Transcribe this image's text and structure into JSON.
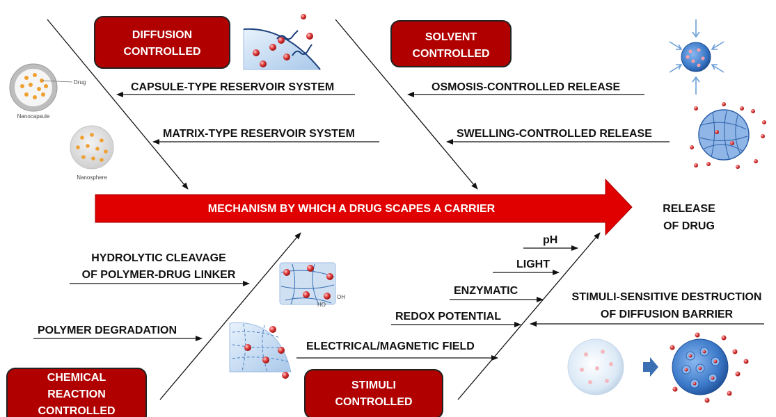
{
  "main_arrow": {
    "label": "MECHANISM BY WHICH A DRUG SCAPES A CARRIER"
  },
  "outcome": {
    "line1": "RELEASE",
    "line2": "OF DRUG"
  },
  "categories": {
    "diffusion": {
      "line1": "DIFFUSION",
      "line2": "CONTROLLED"
    },
    "solvent": {
      "line1": "SOLVENT",
      "line2": "CONTROLLED"
    },
    "chemical": {
      "line1": "CHEMICAL",
      "line2": "REACTION",
      "line3": "CONTROLLED"
    },
    "stimuli": {
      "line1": "STIMULI",
      "line2": "CONTROLLED"
    }
  },
  "branches": {
    "capsule": "CAPSULE-TYPE RESERVOIR SYSTEM",
    "matrix": "MATRIX-TYPE RESERVOIR SYSTEM",
    "osmosis": "OSMOSIS-CONTROLLED RELEASE",
    "swelling": "SWELLING-CONTROLLED RELEASE",
    "hydrolytic_line1": "HYDROLYTIC CLEAVAGE",
    "hydrolytic_line2": "OF POLYMER-DRUG LINKER",
    "polymer_degradation": "POLYMER DEGRADATION",
    "ph": "pH",
    "light": "LIGHT",
    "enzymatic": "ENZYMATIC",
    "redox": "REDOX POTENTIAL",
    "electrical": "ELECTRICAL/MAGNETIC FIELD",
    "stimuli_sensitive_line1": "STIMULI-SENSITIVE DESTRUCTION",
    "stimuli_sensitive_line2": "OF DIFFUSION BARRIER"
  },
  "illustrations": {
    "drug_label": "Drug",
    "nanocapsule_label": "Nanocapsule",
    "nanosphere_label": "Nanosphere",
    "ho_label": "HO",
    "oh_label": "OH"
  },
  "colors": {
    "box_fill": "#b00000",
    "arrow_red": "#e00000",
    "drug_dot": "#f0a030",
    "sphere_blue": "#3a78c8"
  }
}
